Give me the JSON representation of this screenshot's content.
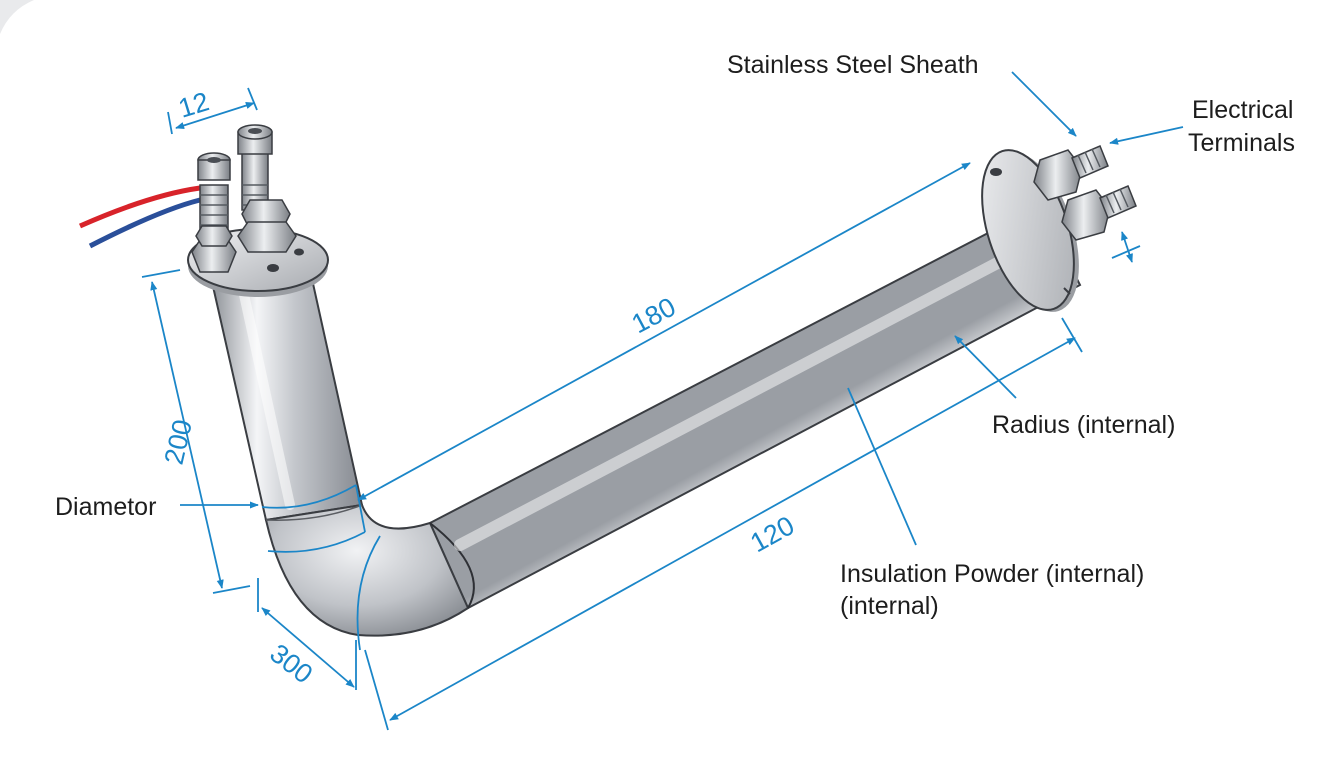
{
  "diagram": {
    "callouts": {
      "sheath": "Stainless Steel Sheath",
      "terminals_line1": "Electrical",
      "terminals_line2": "Terminals",
      "radius": "Radius (internal)",
      "diameter": "Diametor",
      "insulation_line1": "Insulation Powder (internal)",
      "insulation_line2": "(internal)"
    },
    "dimensions": {
      "terminal_spacing": "12",
      "vertical_leg": "200",
      "long_leg": "180",
      "lower_length": "120",
      "bend": "300"
    },
    "colors": {
      "dimension_line": "#1b86c8",
      "text": "#1d1d1d",
      "wire_red": "#d8232a",
      "wire_blue": "#2a4f9a",
      "steel": "#b9bcc1"
    }
  }
}
